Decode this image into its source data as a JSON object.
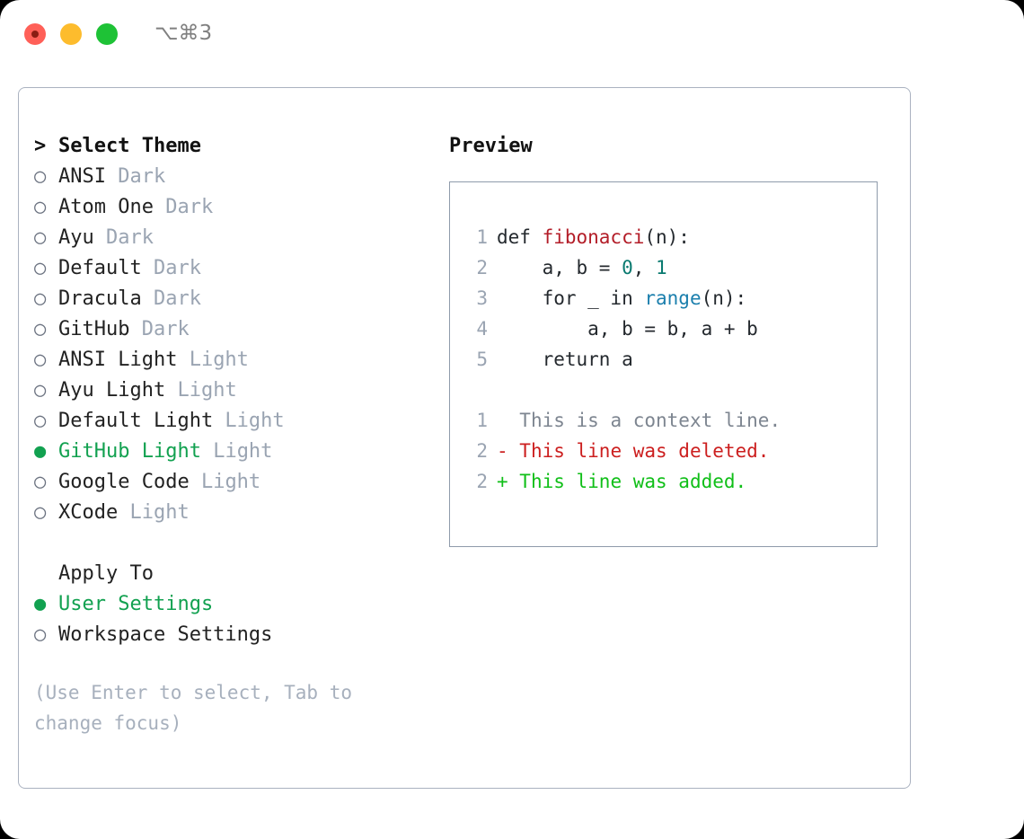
{
  "window": {
    "shortcut": "⌥⌘3",
    "traffic_lights": [
      {
        "name": "close",
        "color": "#ff6058"
      },
      {
        "name": "minimize",
        "color": "#fdbc2d"
      },
      {
        "name": "maximize",
        "color": "#1ec236"
      }
    ]
  },
  "theme_picker": {
    "prompt_marker": ">",
    "title": "Select Theme",
    "marker_unselected": "○",
    "marker_selected": "●",
    "items": [
      {
        "name": "ANSI",
        "variant": "Dark",
        "selected": false
      },
      {
        "name": "Atom One",
        "variant": "Dark",
        "selected": false
      },
      {
        "name": "Ayu",
        "variant": "Dark",
        "selected": false
      },
      {
        "name": "Default",
        "variant": "Dark",
        "selected": false
      },
      {
        "name": "Dracula",
        "variant": "Dark",
        "selected": false
      },
      {
        "name": "GitHub",
        "variant": "Dark",
        "selected": false
      },
      {
        "name": "ANSI Light",
        "variant": "Light",
        "selected": false
      },
      {
        "name": "Ayu Light",
        "variant": "Light",
        "selected": false
      },
      {
        "name": "Default Light",
        "variant": "Light",
        "selected": false
      },
      {
        "name": "GitHub Light",
        "variant": "Light",
        "selected": true
      },
      {
        "name": "Google Code",
        "variant": "Light",
        "selected": false
      },
      {
        "name": "XCode",
        "variant": "Light",
        "selected": false
      }
    ]
  },
  "apply_to": {
    "title": "Apply To",
    "options": [
      {
        "label": "User Settings",
        "selected": true
      },
      {
        "label": "Workspace Settings",
        "selected": false
      }
    ]
  },
  "hint": "(Use Enter to select, Tab to change focus)",
  "preview": {
    "title": "Preview",
    "code_lines": [
      {
        "number": "1",
        "tokens": [
          {
            "text": "def ",
            "type": "kw"
          },
          {
            "text": "fibonacci",
            "type": "fn"
          },
          {
            "text": "(n):",
            "type": "plain"
          }
        ]
      },
      {
        "number": "2",
        "tokens": [
          {
            "text": "    a, b = ",
            "type": "plain"
          },
          {
            "text": "0",
            "type": "num"
          },
          {
            "text": ", ",
            "type": "plain"
          },
          {
            "text": "1",
            "type": "num"
          }
        ]
      },
      {
        "number": "3",
        "tokens": [
          {
            "text": "    for _ in ",
            "type": "kw"
          },
          {
            "text": "range",
            "type": "call"
          },
          {
            "text": "(n):",
            "type": "plain"
          }
        ]
      },
      {
        "number": "4",
        "tokens": [
          {
            "text": "        a, b = b, a + b",
            "type": "plain"
          }
        ]
      },
      {
        "number": "5",
        "tokens": [
          {
            "text": "    return a",
            "type": "kw"
          }
        ]
      }
    ],
    "diff_lines": [
      {
        "number": "1",
        "sign": " ",
        "text": " This is a context line.",
        "kind": "context"
      },
      {
        "number": "2",
        "sign": "-",
        "text": " This line was deleted.",
        "kind": "deleted"
      },
      {
        "number": "2",
        "sign": "+",
        "text": " This line was added.",
        "kind": "added"
      }
    ]
  },
  "colors": {
    "selection_green": "#12a150",
    "variant_gray": "#9aa4b2",
    "hint_gray": "#a7b0bd",
    "panel_border": "#aab2c0",
    "code_border": "#8f9bab",
    "token_function": "#b31d28",
    "token_number": "#0a7a70",
    "token_call": "#1b7fad",
    "diff_deleted": "#cc1f1f",
    "diff_added": "#10bf18",
    "diff_context": "#7d8590"
  }
}
